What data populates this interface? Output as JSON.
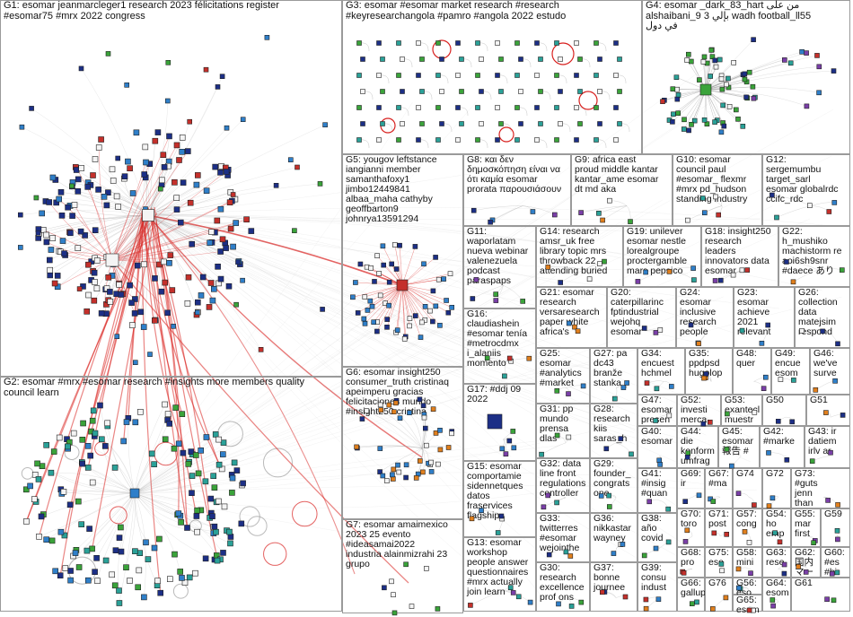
{
  "clusters": [
    {
      "id": "G1",
      "label": "G1: esomar jeanmarcleger1 research 2023 félicitations register\n#esomar75 #mrx 2022 congress"
    },
    {
      "id": "G2",
      "label": "G2: esomar #mrx #esomar research #insights more members quality\ncouncil learn"
    },
    {
      "id": "G3",
      "label": "G3: esomar #esomar market research #research\n#keyresearchangola #pamro #angola 2022 estudo"
    },
    {
      "id": "G4",
      "label": "G4: esomar _dark_83_hart من على\nalshaibani_9 3 بإلي wadh football_ll55\nفي دول"
    },
    {
      "id": "G5",
      "label": "G5: yougov leftstance\niangianni member\nsamanthafoxy1\njimbo12449841\nalbaa_maha cathyby\ngeoffbarton9\njohnrya13591294"
    },
    {
      "id": "G6",
      "label": "G6: esomar insight250\nconsumer_truth cristinaq\napeimperu gracias\nfelicitaciones mundo\n#insight250 cristina"
    },
    {
      "id": "G7",
      "label": "G7: esomar amaimexico\n2023 25 evento\n#ideasamai2022\nindustria alainmizrahi 23\ngrupo"
    },
    {
      "id": "G8",
      "label": "G8: και δεν\nδημοσκόπηση είναι να\nότι καμία esomar\nprorata παρουσιάσουν"
    },
    {
      "id": "G9",
      "label": "G9: africa east\nproud middle kantar\nkantar_ame esomar\ndt md aka"
    },
    {
      "id": "G10",
      "label": "G10: esomar\ncouncil paul\n#esomar_ flexmr\n#mrx pd_hudson\nstanding industry"
    },
    {
      "id": "G11",
      "label": "G11:\nwaporlatam\nnueva webinar\nvalenezuela\npodcast\nparaspaps"
    },
    {
      "id": "G12",
      "label": "G12:\nsergemumbu\ntarget_sarl\nesomar globalrdc\nccifc_rdc"
    },
    {
      "id": "G13",
      "label": "G13: esomar\nworkshop\npeople answer\nquestionnaires\n#mrx actually\njoin learn"
    },
    {
      "id": "G14",
      "label": "G14: research\namsr_uk free\nlibrary topic mrs\nthrowback 22\nattending buried"
    },
    {
      "id": "G15",
      "label": "G15: esomar\ncomportamie\nsidennetques\ndatos\nfraservices\nflagship"
    },
    {
      "id": "G16",
      "label": "G16:\nclaudiashein\n#esomar tenía\n#metrocdmx\ni_alaniis\nmomento"
    },
    {
      "id": "G17",
      "label": "G17: #ddj 09\n2022"
    },
    {
      "id": "G18",
      "label": "G18: insight250\nresearch\nleaders\ninnovators data\nesomar"
    },
    {
      "id": "G19",
      "label": "G19: unilever\nesomar nestle\nlorealgroupe\nproctergamble\nmars pepsico"
    },
    {
      "id": "G20",
      "label": "G20:\ncaterpillarinc\nfptindustrial\nwejohq\nesomar"
    },
    {
      "id": "G21",
      "label": "G21: esomar\nresearch\nversaresearch\npaper white\nafrica's"
    },
    {
      "id": "G22",
      "label": "G22:\nh_mushiko\nmachistorm re\naoi6sh9snr\n#daece あり"
    },
    {
      "id": "G23",
      "label": "G23:\nesomar\nachieve\n2021\nrelevant"
    },
    {
      "id": "G24",
      "label": "G24:\nesomar\ninclusive\nresearch\npeople"
    },
    {
      "id": "G25",
      "label": "G25:\nesomar\n#analytics\n#market"
    },
    {
      "id": "G26",
      "label": "G26:\ncollection\ndata\nmatejsim\nrespond"
    },
    {
      "id": "G27",
      "label": "G27: pa\ndc43\nbranže\nstanka_"
    },
    {
      "id": "G28",
      "label": "G28:\nresearch\nkiis\nsaras_h"
    },
    {
      "id": "G29",
      "label": "G29:\nfounder_\ncongrats\none"
    },
    {
      "id": "G30",
      "label": "G30:\nresearch\nexcellence\nprof ons"
    },
    {
      "id": "G31",
      "label": "G31: pp\nmundo\nprensa\ndlas"
    },
    {
      "id": "G32",
      "label": "G32: data\nline front\nregulations\ncontroller"
    },
    {
      "id": "G33",
      "label": "G33:\ntwitterres\n#esomar\nwejointhe"
    },
    {
      "id": "G34",
      "label": "G34:\nencuest\nhchmel"
    },
    {
      "id": "G35",
      "label": "G35:\nppdpsd\nhugolop"
    },
    {
      "id": "G36",
      "label": "G36:\nnikkastar\nwayney"
    },
    {
      "id": "G37",
      "label": "G37:\nbonne\njournee"
    },
    {
      "id": "G38",
      "label": "G38:\naño\ncovid"
    },
    {
      "id": "G39",
      "label": "G39:\nconsu\nindust"
    },
    {
      "id": "G40",
      "label": "G40:\nesomar"
    },
    {
      "id": "G41",
      "label": "G41:\n#insig\n#quan"
    },
    {
      "id": "G42",
      "label": "G42:\n#marke"
    },
    {
      "id": "G43",
      "label": "G43: ir\ndatiem\nirlv ar"
    },
    {
      "id": "G44",
      "label": "G44: die\nkonform\numfrag"
    },
    {
      "id": "G45",
      "label": "G45:\nesomar\n報告 #"
    },
    {
      "id": "G46",
      "label": "G46:\nwe've\nsurve"
    },
    {
      "id": "G47",
      "label": "G47:\nesomar\npresen"
    },
    {
      "id": "G48",
      "label": "G48:\nquer"
    },
    {
      "id": "G49",
      "label": "G49:\nencue\nesom"
    },
    {
      "id": "G50",
      "label": "G50"
    },
    {
      "id": "G51",
      "label": "G51"
    },
    {
      "id": "G52",
      "label": "G52:\ninvesti\nmerca"
    },
    {
      "id": "G53",
      "label": "G53:\nexantecl\nmuestr"
    },
    {
      "id": "G54",
      "label": "G54:\nho\nemp"
    },
    {
      "id": "G55",
      "label": "G55:\nmar\nfirst"
    },
    {
      "id": "G56",
      "label": "G56:\neso"
    },
    {
      "id": "G57",
      "label": "G57:\ncong"
    },
    {
      "id": "G58",
      "label": "G58:\nmini"
    },
    {
      "id": "G59",
      "label": "G59"
    },
    {
      "id": "G60",
      "label": "G60:\n#es\n#hi"
    },
    {
      "id": "G61",
      "label": "G61"
    },
    {
      "id": "G62",
      "label": "G62:\n国内\nマー"
    },
    {
      "id": "G63",
      "label": "G63:\nrese"
    },
    {
      "id": "G64",
      "label": "G64:\nesom"
    },
    {
      "id": "G65",
      "label": "G65:\nesom"
    },
    {
      "id": "G66",
      "label": "G66:\ngallup"
    },
    {
      "id": "G67",
      "label": "G67:\n#ma"
    },
    {
      "id": "G68",
      "label": "G68:\npro"
    },
    {
      "id": "G69",
      "label": "G69:\nir"
    },
    {
      "id": "G70",
      "label": "G70:\ntoro"
    },
    {
      "id": "G71",
      "label": "G71:\npost"
    },
    {
      "id": "G72",
      "label": "G72"
    },
    {
      "id": "G73",
      "label": "G73:\n#guts\njenn\nthan"
    },
    {
      "id": "G74",
      "label": "G74"
    },
    {
      "id": "G75",
      "label": "G75:\neso"
    },
    {
      "id": "G76",
      "label": "G76"
    }
  ],
  "colors": {
    "background": "#ffffff",
    "panel_border": "#9a9a9a",
    "edge_gray": "#9c9c9c",
    "edge_red": "#d8201e",
    "node_navy": "#1c2f86",
    "node_blue": "#2f7fc9",
    "node_green": "#3aa33a",
    "node_red": "#c4302b",
    "node_teal": "#2aa198",
    "node_purple": "#7a3fa8",
    "node_orange": "#e07f1d",
    "node_white": "#f4f4f4"
  }
}
